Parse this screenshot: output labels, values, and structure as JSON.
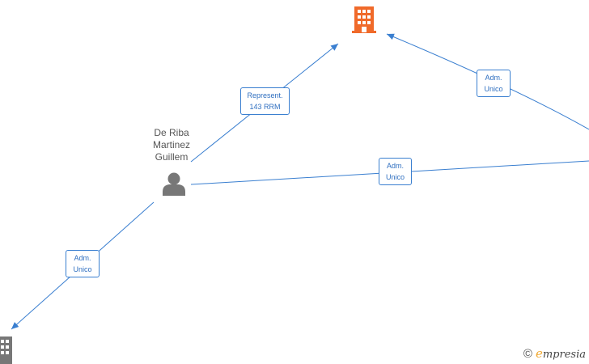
{
  "colors": {
    "edge": "#3a7fd0",
    "company_main": "#f06a2a",
    "company_other": "#777777",
    "person": "#777777",
    "brand_e": "#f0a830"
  },
  "nodes": {
    "company_main": {
      "icon": "building-icon"
    },
    "company_bottom": {
      "icon": "building-icon"
    },
    "person": {
      "icon": "person-icon",
      "name_lines": [
        "De Riba",
        "Martinez",
        "Guillem"
      ]
    }
  },
  "edges": [
    {
      "id": "represent",
      "lines": [
        "Represent.",
        "143 RRM"
      ]
    },
    {
      "id": "adm_right_top",
      "lines": [
        "Adm.",
        "Unico"
      ]
    },
    {
      "id": "adm_middle",
      "lines": [
        "Adm.",
        "Unico"
      ]
    },
    {
      "id": "adm_bottom",
      "lines": [
        "Adm.",
        "Unico"
      ]
    }
  ],
  "brand": {
    "copyright": "©",
    "first": "e",
    "rest": "mpresia"
  }
}
